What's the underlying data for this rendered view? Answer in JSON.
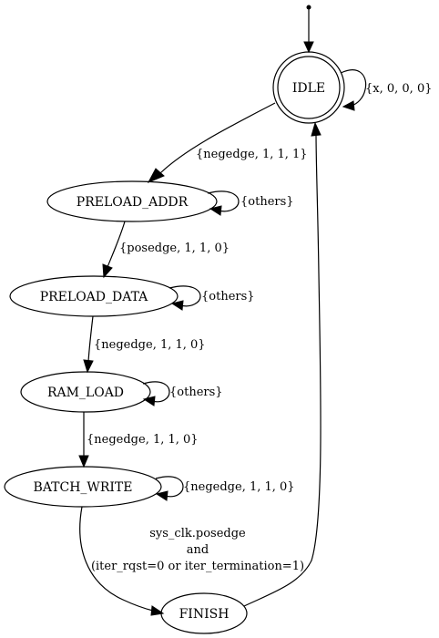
{
  "diagram": {
    "states": {
      "idle": "IDLE",
      "preload_addr": "PRELOAD_ADDR",
      "preload_data": "PRELOAD_DATA",
      "ram_load": "RAM_LOAD",
      "batch_write": "BATCH_WRITE",
      "finish": "FINISH"
    },
    "initial_state": "IDLE",
    "transitions": [
      {
        "from": "IDLE",
        "to": "IDLE",
        "label": "{x, 0, 0, 0}"
      },
      {
        "from": "IDLE",
        "to": "PRELOAD_ADDR",
        "label": "{negedge, 1, 1, 1}"
      },
      {
        "from": "PRELOAD_ADDR",
        "to": "PRELOAD_ADDR",
        "label": "{others}"
      },
      {
        "from": "PRELOAD_ADDR",
        "to": "PRELOAD_DATA",
        "label": "{posedge, 1, 1, 0}"
      },
      {
        "from": "PRELOAD_DATA",
        "to": "PRELOAD_DATA",
        "label": "{others}"
      },
      {
        "from": "PRELOAD_DATA",
        "to": "RAM_LOAD",
        "label": "{negedge, 1, 1, 0}"
      },
      {
        "from": "RAM_LOAD",
        "to": "RAM_LOAD",
        "label": "{others}"
      },
      {
        "from": "RAM_LOAD",
        "to": "BATCH_WRITE",
        "label": "{negedge, 1, 1, 0}"
      },
      {
        "from": "BATCH_WRITE",
        "to": "BATCH_WRITE",
        "label": "{negedge, 1, 1, 0}"
      },
      {
        "from": "BATCH_WRITE",
        "to": "FINISH",
        "label_lines": [
          "sys_clk.posedge",
          "and",
          "(iter_rqst=0 or iter_termination=1)"
        ]
      },
      {
        "from": "FINISH",
        "to": "IDLE",
        "label": ""
      }
    ]
  }
}
